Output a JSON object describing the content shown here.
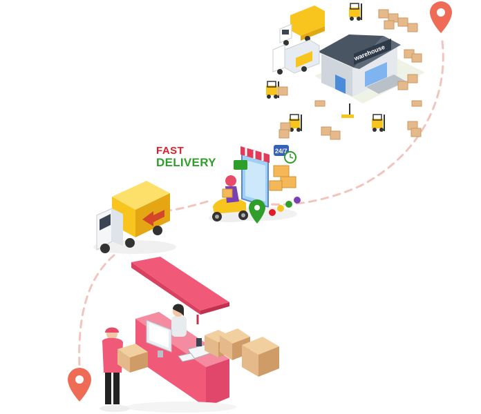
{
  "headline": {
    "fast": "FAST",
    "delivery": "DELIVERY"
  },
  "warehouse": {
    "sign": "warehouse"
  },
  "app_badge": {
    "label": "24/7"
  },
  "colors": {
    "fast": "#e11d2a",
    "delivery": "#2f9e2a",
    "pin": "#ee6b56",
    "path": "#f3c4bd",
    "truck_yellow": "#f7c51e",
    "counter_pink": "#f05a78",
    "box": "#e6b98a"
  },
  "icons": [
    "location-pin-icon-top",
    "location-pin-icon-bottom",
    "map-pin-icon-green"
  ]
}
